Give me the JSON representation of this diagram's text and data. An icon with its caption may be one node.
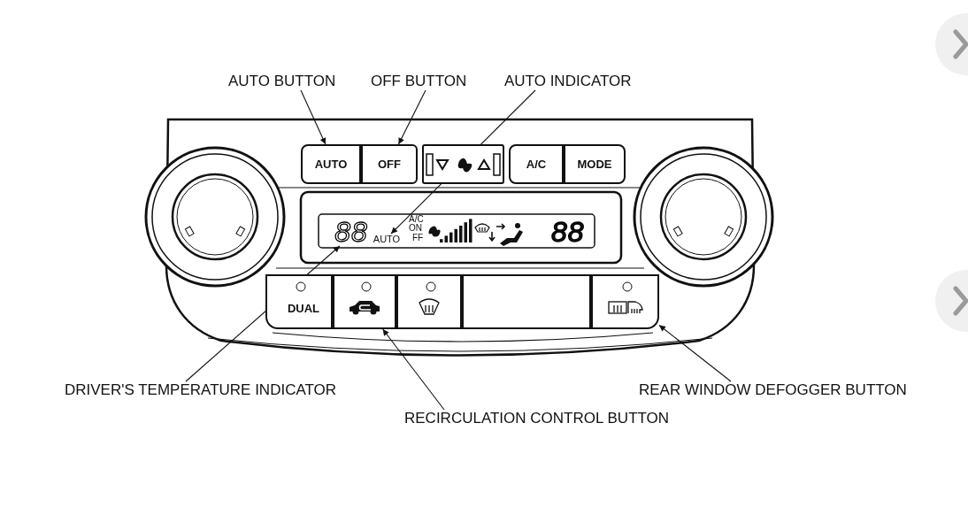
{
  "diagram": {
    "nodes": [
      {
        "text": [
          "AUTO BUTTON"
        ]
      },
      {
        "text": [
          "OFF BUTTON"
        ]
      },
      {
        "text": [
          "AUTO INDICATOR"
        ]
      },
      {
        "text": [
          "AUTO"
        ]
      },
      {
        "text": [
          "OFF"
        ]
      },
      {
        "text": [],
        "shape": "box"
      },
      {
        "text": [
          "A/C"
        ]
      },
      {
        "text": [
          "MODE"
        ]
      },
      {
        "text": [
          "88"
        ]
      },
      {
        "text": [
          "AUTO"
        ]
      },
      {
        "text": [
          "DUAL"
        ]
      },
      {
        "text": [],
        "shape": "box"
      },
      {
        "text": [],
        "shape": "box"
      },
      {
        "text": [],
        "shape": "box"
      },
      {
        "text": [],
        "shape": "box"
      },
      {
        "text": [
          "DRIVER'S TEMPERATURE INDICATOR"
        ]
      },
      {
        "text": [
          "REAR WINDOW DEFOGGER BUTTON"
        ]
      },
      {
        "text": [
          "RECIRCULATION CONTROL BUTTON"
        ]
      }
    ],
    "edges": [
      {
        "from": 0,
        "to": 3,
        "arrow": "to"
      },
      {
        "from": 1,
        "to": 4,
        "arrow": "to"
      },
      {
        "from": 2,
        "to": 9,
        "arrow": "to"
      },
      {
        "from": 15,
        "to": 8,
        "arrow": "to"
      },
      {
        "from": 17,
        "to": 11,
        "arrow": "to"
      },
      {
        "from": 16,
        "to": 14,
        "arrow": "to"
      }
    ],
    "labels": [
      "A/C",
      "ON",
      "FF",
      "88"
    ]
  }
}
